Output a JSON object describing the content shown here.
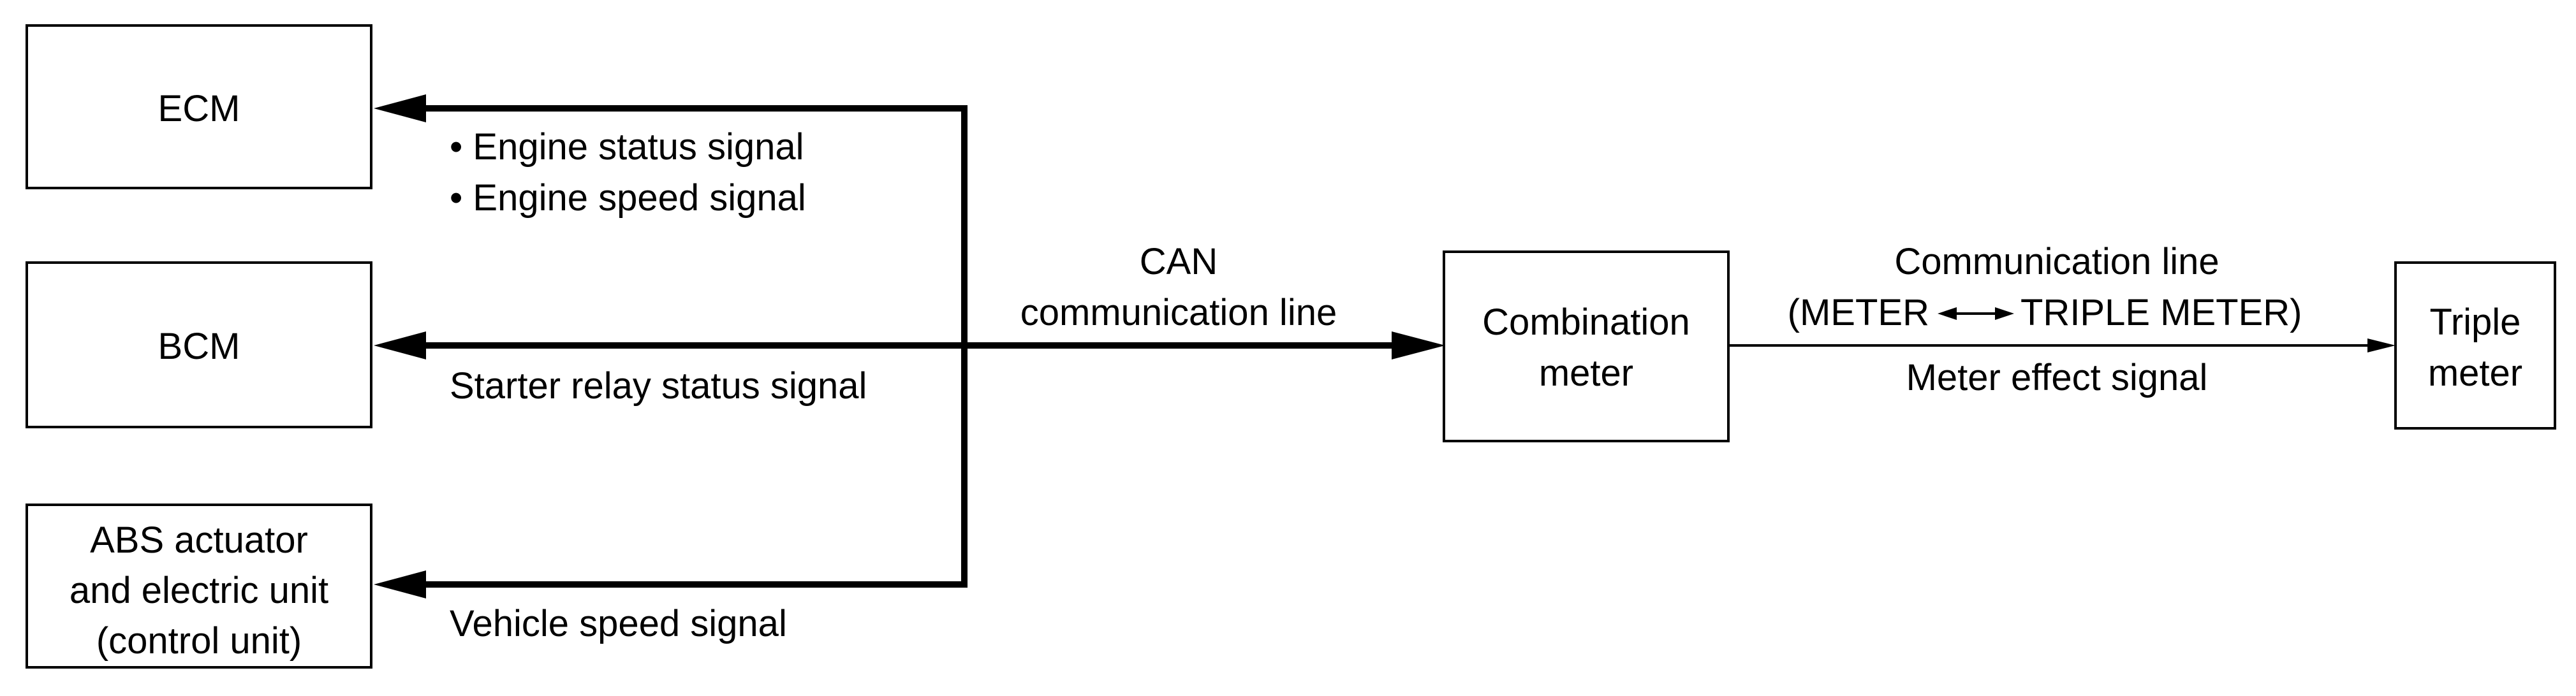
{
  "nodes": {
    "ecm": {
      "label": "ECM"
    },
    "bcm": {
      "label": "BCM"
    },
    "abs": {
      "lines": [
        "ABS actuator",
        "and electric unit",
        "(control unit)"
      ]
    },
    "combination_meter": {
      "lines": [
        "Combination",
        "meter"
      ]
    },
    "triple_meter": {
      "lines": [
        "Triple",
        "meter"
      ]
    }
  },
  "signals": {
    "ecm": [
      "• Engine status signal",
      "• Engine speed signal"
    ],
    "bcm": "Starter relay status signal",
    "abs": "Vehicle speed signal",
    "can_line": [
      "CAN",
      "communication line"
    ],
    "comm_line": {
      "title": "Communication line",
      "left": "(METER",
      "right": "TRIPLE METER)"
    },
    "meter_effect": "Meter effect signal"
  },
  "colors": {
    "line": "#000000",
    "background": "#ffffff"
  }
}
